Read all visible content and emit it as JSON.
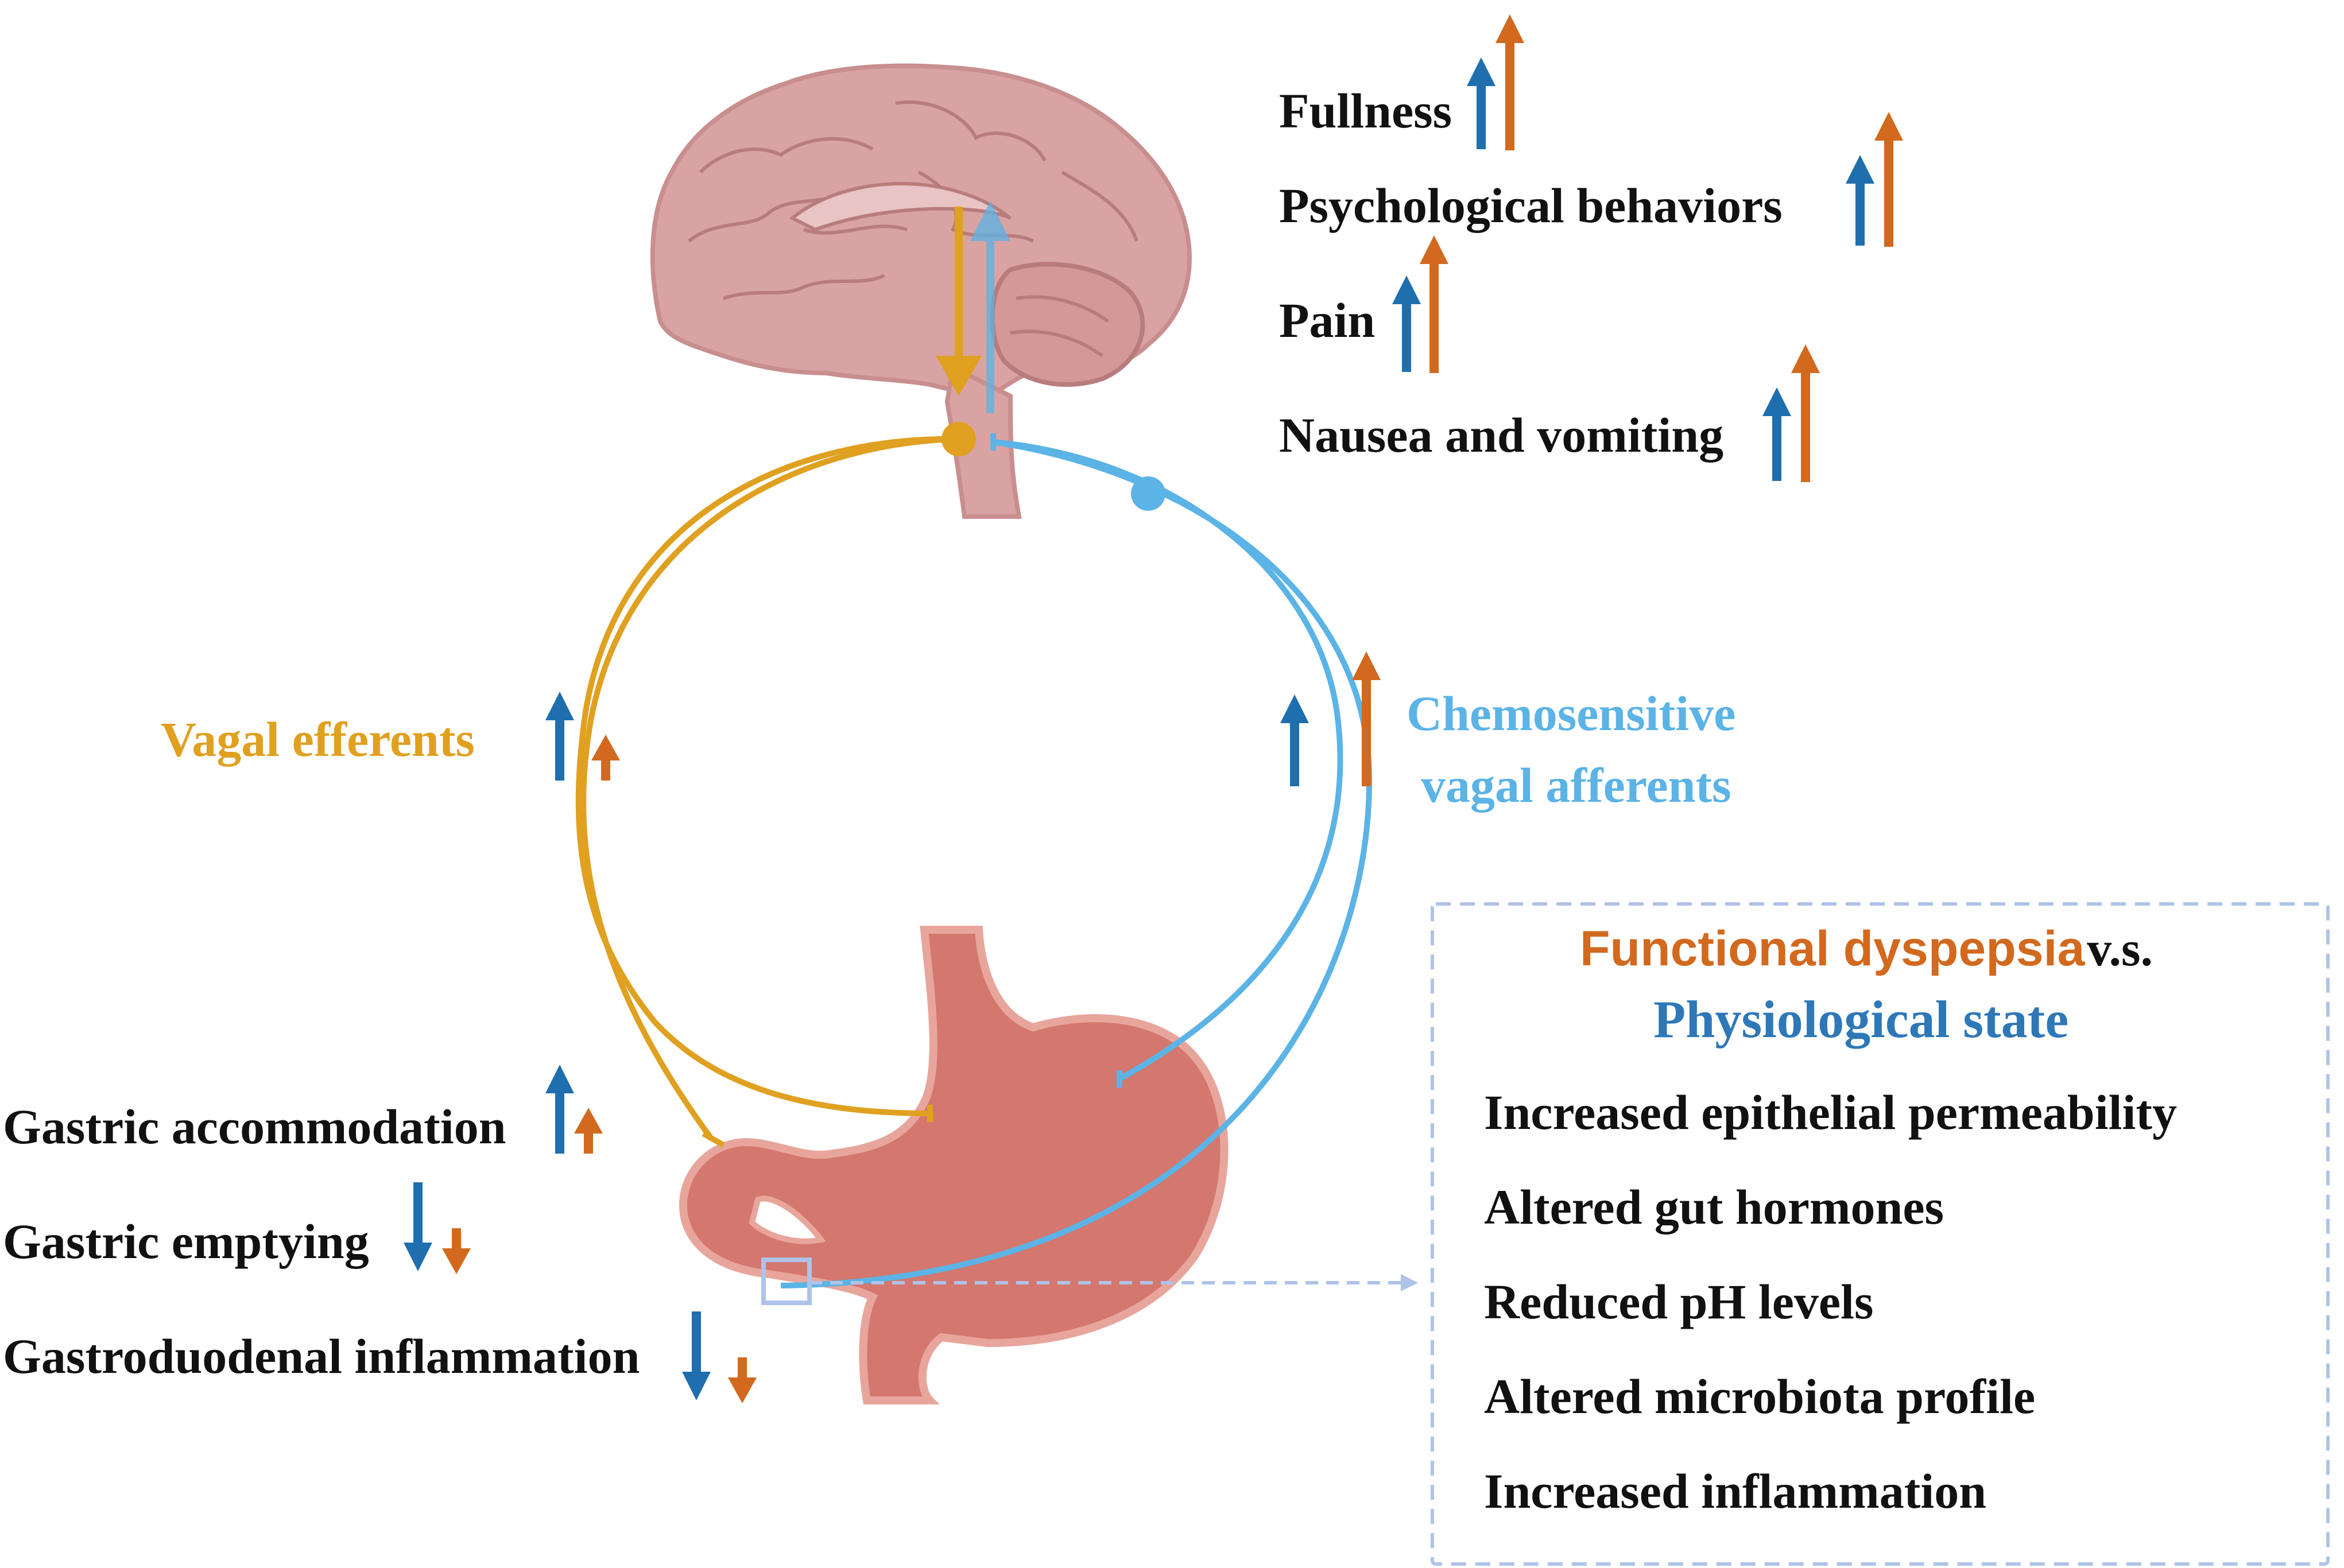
{
  "labels": {
    "fullness": "Fullness",
    "psychological": "Psychological behaviors",
    "pain": "Pain",
    "nausea": "Nausea and vomiting",
    "vagal_efferents": "Vagal efferents",
    "chemo_line1": "Chemosensitive",
    "chemo_line2": "vagal afferents",
    "gastric_accommodation": "Gastric accommodation",
    "gastric_emptying": "Gastric emptying",
    "gastroduodenal_inflammation": "Gastroduodenal inflammation"
  },
  "legend_box": {
    "title_fd": "Functional dyspepsia",
    "title_vs": "v.s.",
    "title_phys": "Physiological state",
    "items": [
      "Increased epithelial permeability",
      "Altered gut hormones",
      "Reduced pH levels",
      "Altered microbiota profile",
      "Increased inflammation"
    ]
  },
  "colors": {
    "efferent": "#E0A020",
    "afferent": "#5BB3E6",
    "physiological_arrow": "#1F6FAE",
    "dyspepsia_arrow": "#D2691E",
    "brain": "#D9A3A3",
    "stomach": "#D4776E"
  }
}
